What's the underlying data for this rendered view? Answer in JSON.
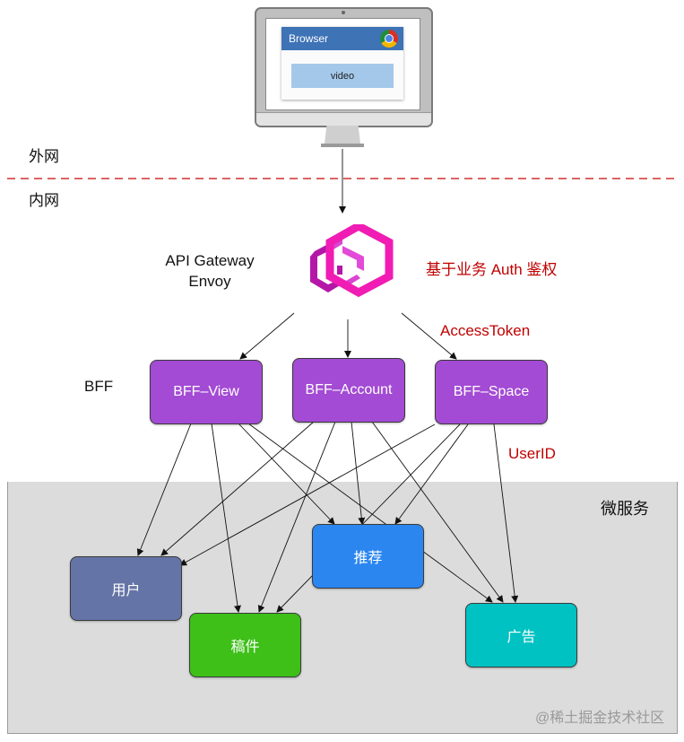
{
  "zones": {
    "external_label": "外网",
    "internal_label": "内网",
    "microservices_label": "微服务",
    "boundary_color": "#d0302f"
  },
  "client": {
    "browser_title": "Browser",
    "browser_icon": "chrome-icon",
    "content_label": "video"
  },
  "gateway": {
    "title_line1": "API Gateway",
    "title_line2": "Envoy",
    "icon": "envoy-logo-icon",
    "auth_note": "基于业务 Auth 鉴权",
    "token_note": "AccessToken"
  },
  "bff": {
    "label": "BFF",
    "nodes": [
      {
        "id": "bff-view",
        "label": "BFF–View"
      },
      {
        "id": "bff-account",
        "label": "BFF–Account"
      },
      {
        "id": "bff-space",
        "label": "BFF–Space"
      }
    ],
    "color": "#a34bd4",
    "userid_note": "UserID"
  },
  "services": {
    "nodes": [
      {
        "id": "user",
        "label": "用户",
        "color": "#6574a6"
      },
      {
        "id": "article",
        "label": "稿件",
        "color": "#3ec019"
      },
      {
        "id": "recommend",
        "label": "推荐",
        "color": "#2b86f0"
      },
      {
        "id": "ads",
        "label": "广告",
        "color": "#00c2c2"
      }
    ]
  },
  "edges": [
    {
      "from": "browser",
      "to": "gateway"
    },
    {
      "from": "gateway",
      "to": "bff-view"
    },
    {
      "from": "gateway",
      "to": "bff-account"
    },
    {
      "from": "gateway",
      "to": "bff-space"
    },
    {
      "from": "bff-view",
      "to": "user"
    },
    {
      "from": "bff-view",
      "to": "article"
    },
    {
      "from": "bff-view",
      "to": "recommend"
    },
    {
      "from": "bff-view",
      "to": "ads"
    },
    {
      "from": "bff-account",
      "to": "user"
    },
    {
      "from": "bff-account",
      "to": "article"
    },
    {
      "from": "bff-account",
      "to": "recommend"
    },
    {
      "from": "bff-account",
      "to": "ads"
    },
    {
      "from": "bff-space",
      "to": "user"
    },
    {
      "from": "bff-space",
      "to": "article"
    },
    {
      "from": "bff-space",
      "to": "recommend"
    },
    {
      "from": "bff-space",
      "to": "ads"
    }
  ],
  "watermark": "@稀土掘金技术社区"
}
